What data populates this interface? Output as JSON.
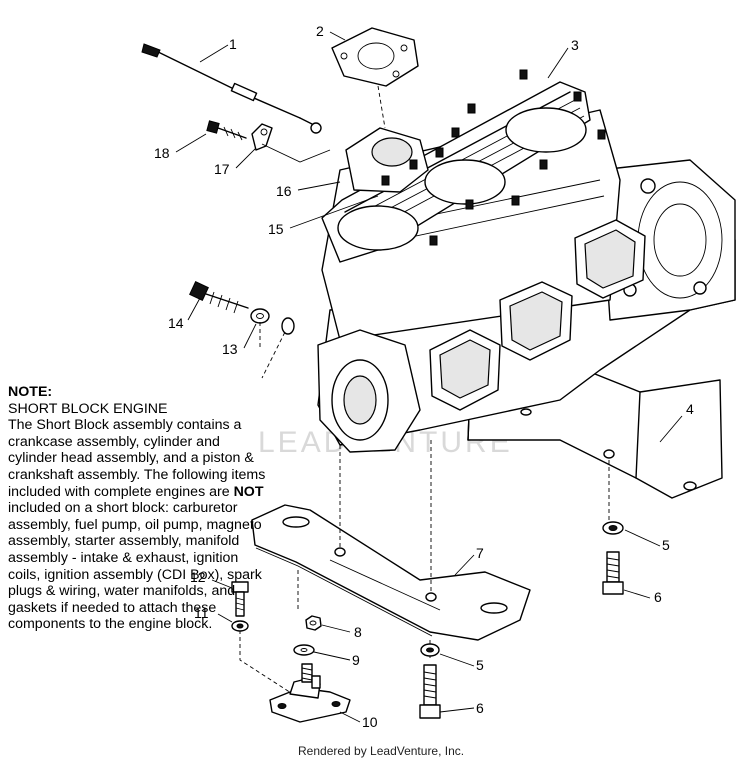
{
  "diagram": {
    "callouts": [
      "1",
      "2",
      "3",
      "4",
      "5",
      "6",
      "7",
      "8",
      "9",
      "10",
      "11",
      "12",
      "13",
      "14",
      "15",
      "16",
      "17",
      "18"
    ],
    "watermark": "LEADVENTURE",
    "footer": "Rendered by LeadVenture, Inc."
  },
  "note": {
    "heading": "NOTE:",
    "subheading": "SHORT BLOCK ENGINE",
    "paragraph_start": "The Short Block assembly contains a crankcase assembly, cylinder and cylinder head assembly, and a piston & crankshaft assembly.  The following items included with complete engines are ",
    "emphasis": "NOT",
    "paragraph_end": " included on a short block:  carburetor assembly, fuel pump, oil pump, magneto assembly, starter assembly, manifold assembly - intake & exhaust, ignition coils, ignition assembly (CDI Box), spark plugs & wiring, water manifolds, and gaskets if needed to attach these components to the engine block."
  }
}
